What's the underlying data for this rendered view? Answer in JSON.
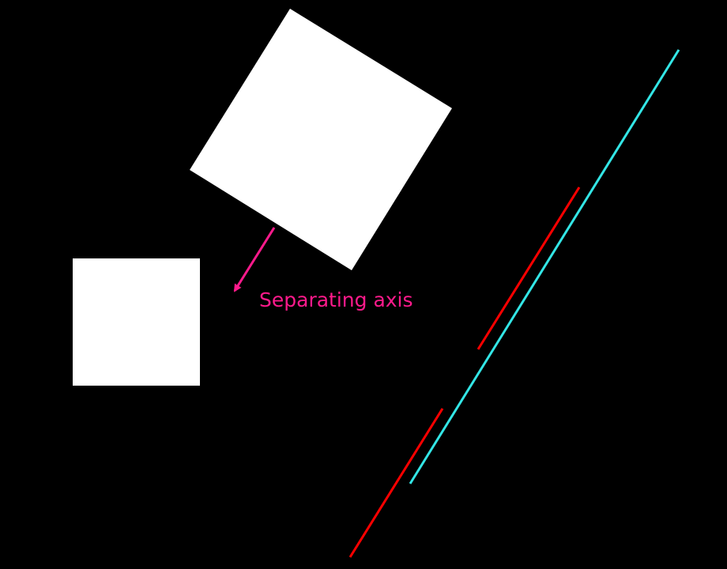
{
  "diagram": {
    "background_color": "#000000",
    "shape_color": "#ffffff",
    "axis_color": "#ff1a8c",
    "projection_axis_color": "#33e6e6",
    "projection_color": "#ff0000",
    "axis_label": "Separating axis",
    "shapes": [
      {
        "name": "rotated-square"
      },
      {
        "name": "axis-aligned-square"
      }
    ]
  }
}
